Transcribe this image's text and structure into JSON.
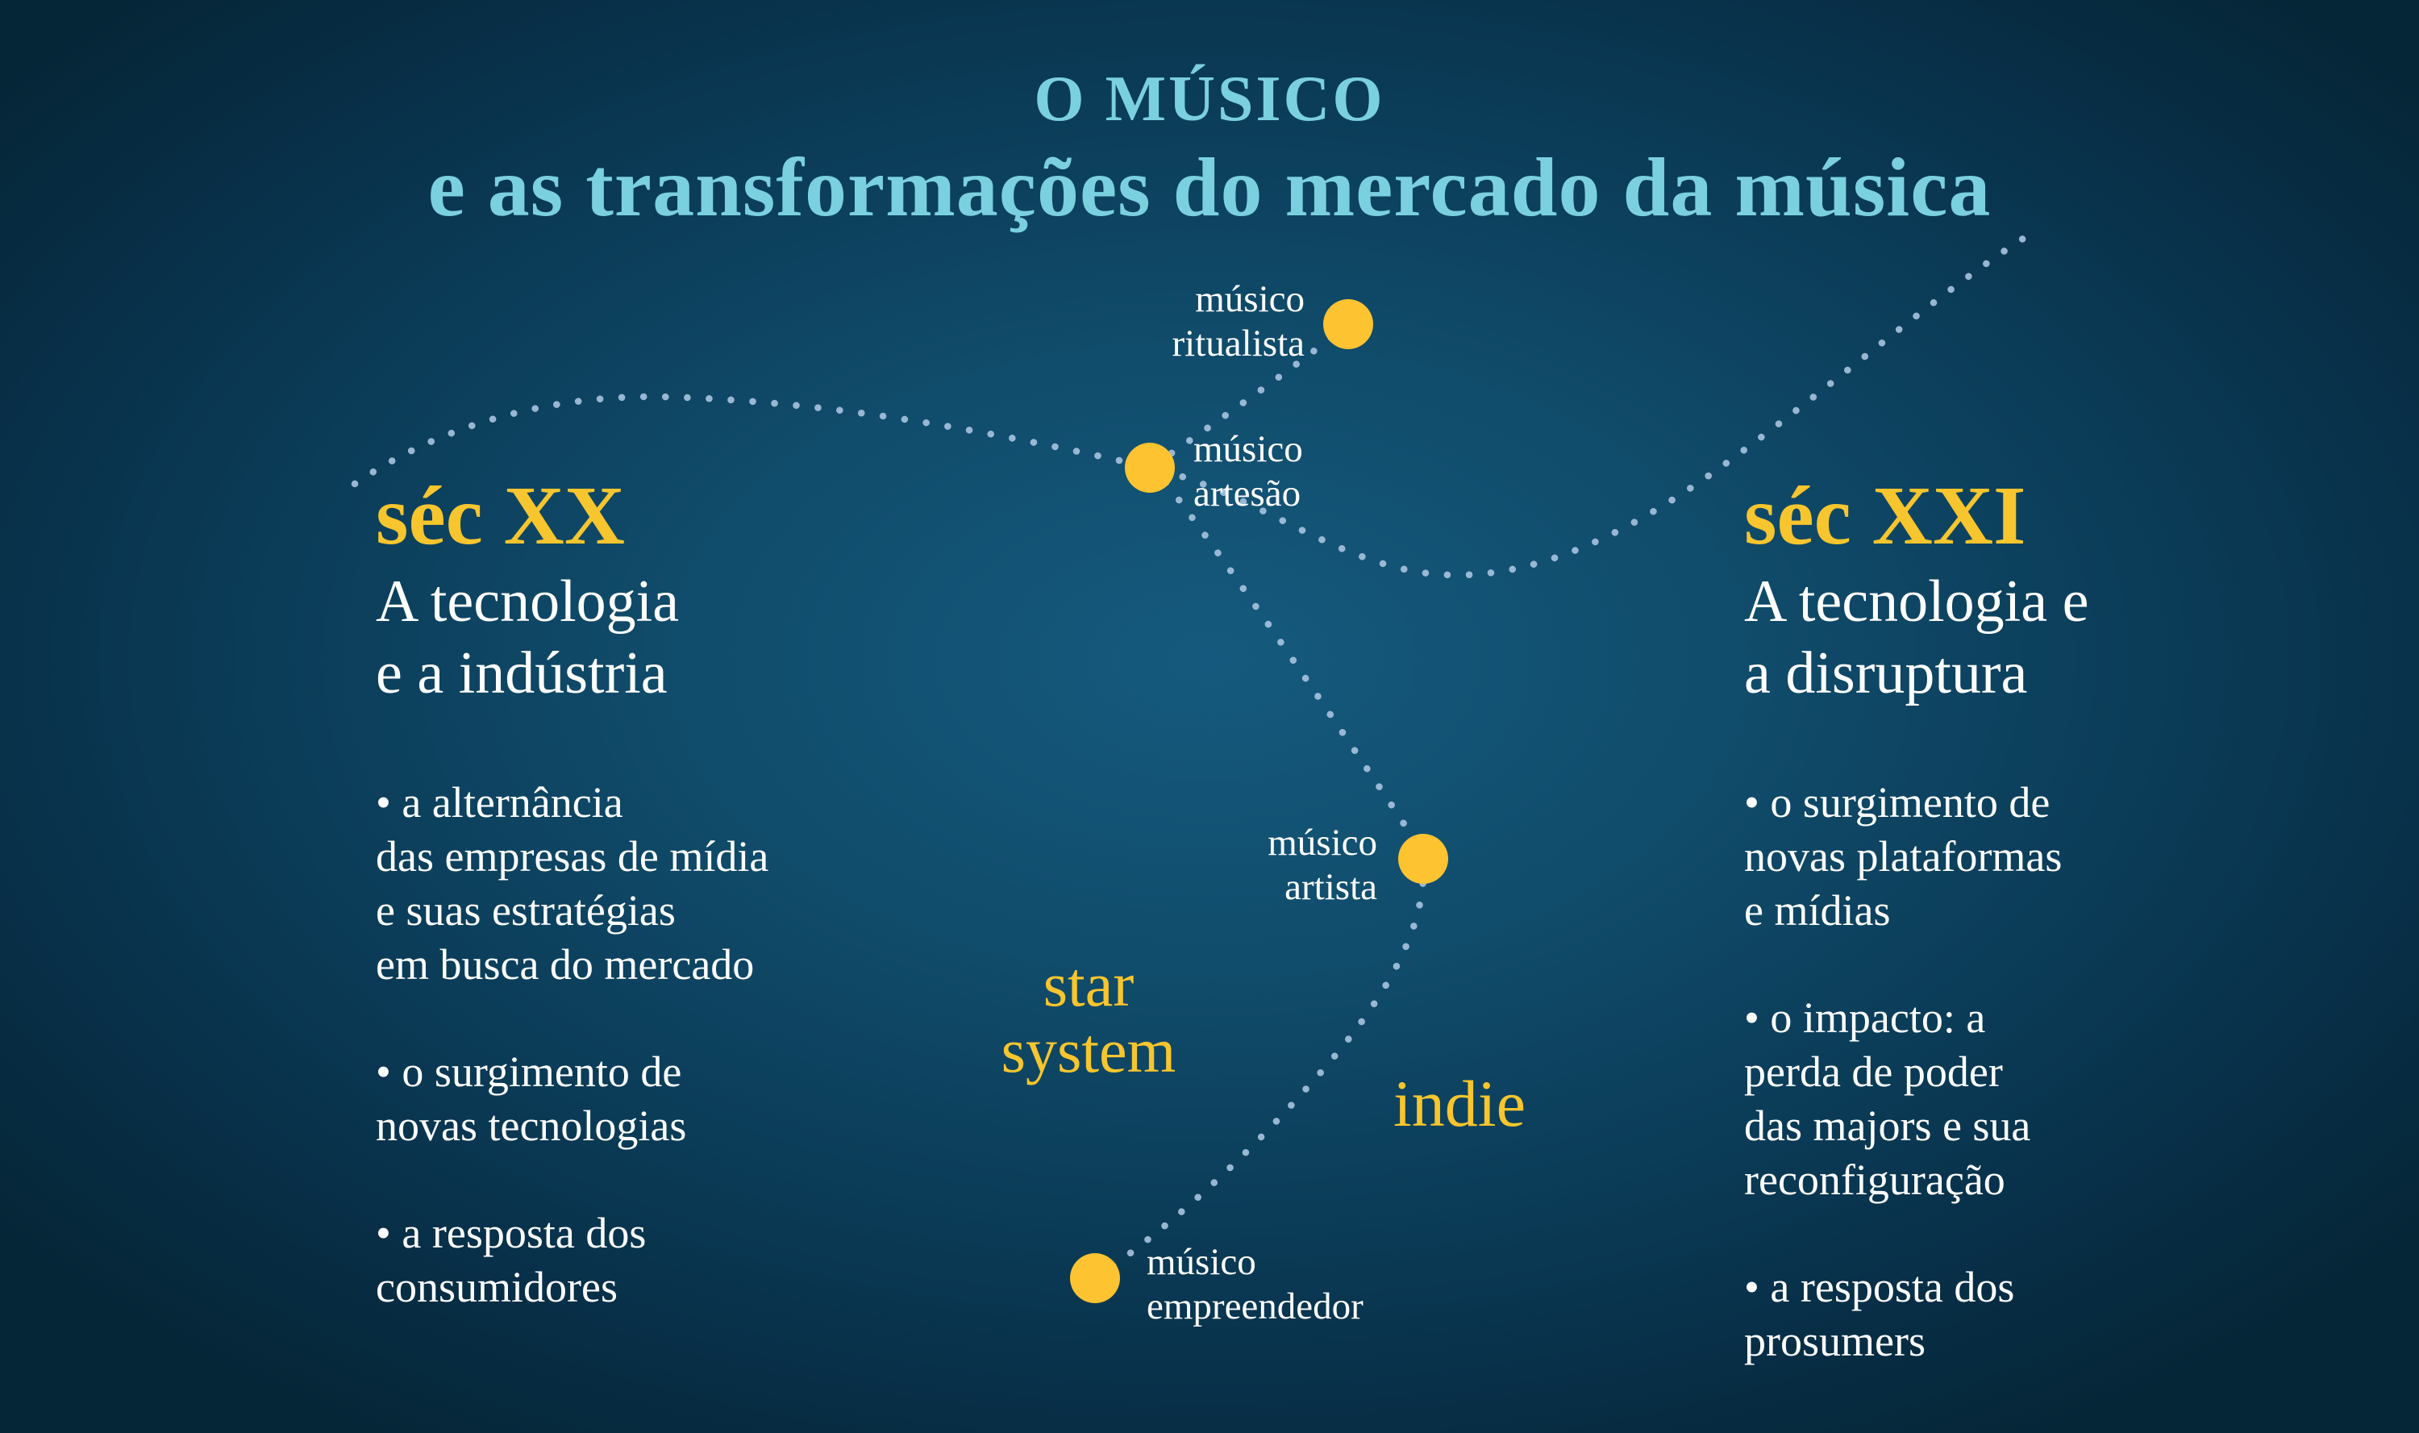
{
  "title": {
    "line1": "O MÚSICO",
    "line2": "e as transformações do mercado da música"
  },
  "columns": {
    "left": {
      "era": "séc XX",
      "subtitle": "A tecnologia\ne a indústria",
      "bullets": [
        "• a alternância\ndas empresas de mídia\ne suas estratégias\nem busca do mercado",
        "• o surgimento de\nnovas tecnologias",
        "• a resposta dos\nconsumidores"
      ]
    },
    "right": {
      "era": "séc XXI",
      "subtitle": "A tecnologia e\na disruptura",
      "bullets": [
        "• o surgimento de\nnovas plataformas\ne mídias",
        "• o impacto: a\nperda de poder\ndas majors e sua\nreconfiguração",
        "• a resposta dos\nprosumers"
      ]
    }
  },
  "nodes": {
    "ritualista": {
      "label": "músico\nritualista"
    },
    "artesao": {
      "label": "músico\nartesão"
    },
    "artista": {
      "label": "músico\nartista"
    },
    "empreendedor": {
      "label": "músico\nempreendedor"
    }
  },
  "zones": {
    "star_system": "star\nsystem",
    "indie": "indie"
  },
  "colors": {
    "background_center": "#155a7e",
    "background_edge": "#052637",
    "title_cyan": "#7bd0e0",
    "accent_yellow": "#f7c52d",
    "node_dot_yellow": "#fdc330",
    "path_dots": "#a8c3df",
    "body_text": "#ffffff"
  }
}
